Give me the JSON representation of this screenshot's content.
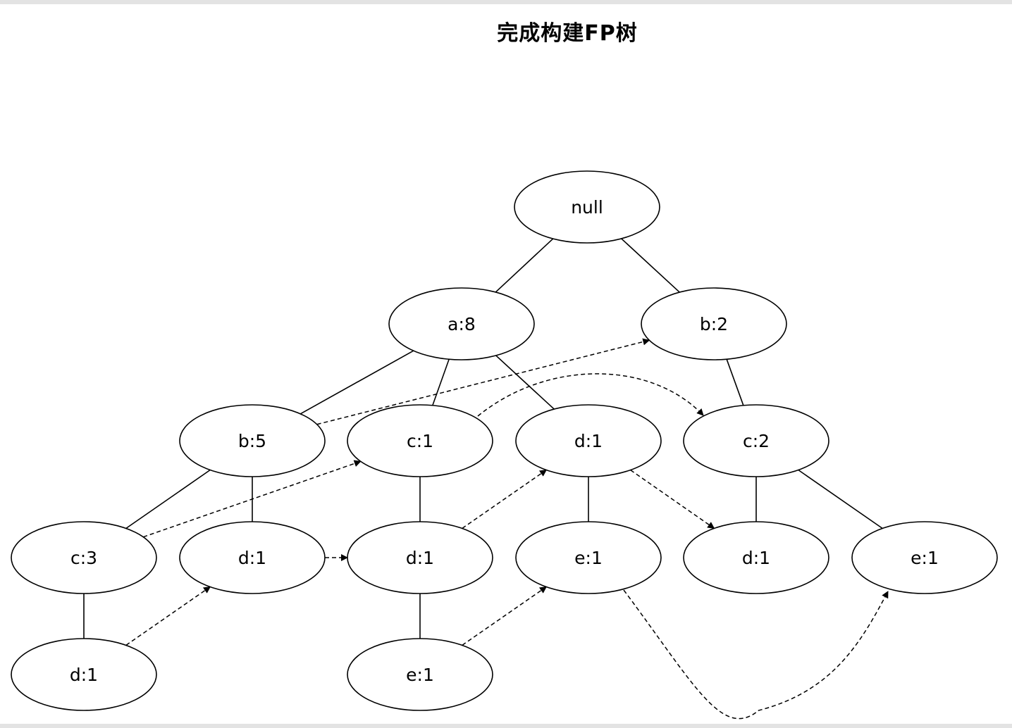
{
  "title": "完成构建FP树",
  "nodes": [
    {
      "id": "null",
      "label": "null"
    },
    {
      "id": "a8",
      "label": "a:8"
    },
    {
      "id": "b2",
      "label": "b:2"
    },
    {
      "id": "b5",
      "label": "b:5"
    },
    {
      "id": "c1",
      "label": "c:1"
    },
    {
      "id": "d1_a",
      "label": "d:1"
    },
    {
      "id": "c2",
      "label": "c:2"
    },
    {
      "id": "c3",
      "label": "c:3"
    },
    {
      "id": "d1_b5",
      "label": "d:1"
    },
    {
      "id": "d1_c1",
      "label": "d:1"
    },
    {
      "id": "e1_d",
      "label": "e:1"
    },
    {
      "id": "d1_c2",
      "label": "d:1"
    },
    {
      "id": "e1_c2",
      "label": "e:1"
    },
    {
      "id": "d1_c3",
      "label": "d:1"
    },
    {
      "id": "e1_d1c1",
      "label": "e:1"
    }
  ],
  "tree_edges": [
    [
      "null",
      "a8"
    ],
    [
      "null",
      "b2"
    ],
    [
      "a8",
      "b5"
    ],
    [
      "a8",
      "c1"
    ],
    [
      "a8",
      "d1_a"
    ],
    [
      "b2",
      "c2"
    ],
    [
      "b5",
      "c3"
    ],
    [
      "b5",
      "d1_b5"
    ],
    [
      "c1",
      "d1_c1"
    ],
    [
      "d1_a",
      "e1_d"
    ],
    [
      "c2",
      "d1_c2"
    ],
    [
      "c2",
      "e1_c2"
    ],
    [
      "c3",
      "d1_c3"
    ],
    [
      "d1_c1",
      "e1_d1c1"
    ]
  ],
  "node_links": [
    [
      "b5",
      "b2"
    ],
    [
      "c3",
      "c1"
    ],
    [
      "c1",
      "c2"
    ],
    [
      "d1_c3",
      "d1_b5"
    ],
    [
      "d1_b5",
      "d1_c1"
    ],
    [
      "d1_c1",
      "d1_a"
    ],
    [
      "d1_a",
      "d1_c2"
    ],
    [
      "e1_d1c1",
      "e1_d"
    ],
    [
      "e1_d",
      "e1_c2"
    ]
  ],
  "colors": {
    "stroke": "#000000",
    "fill": "#ffffff",
    "frame": "#e3e3e3"
  }
}
